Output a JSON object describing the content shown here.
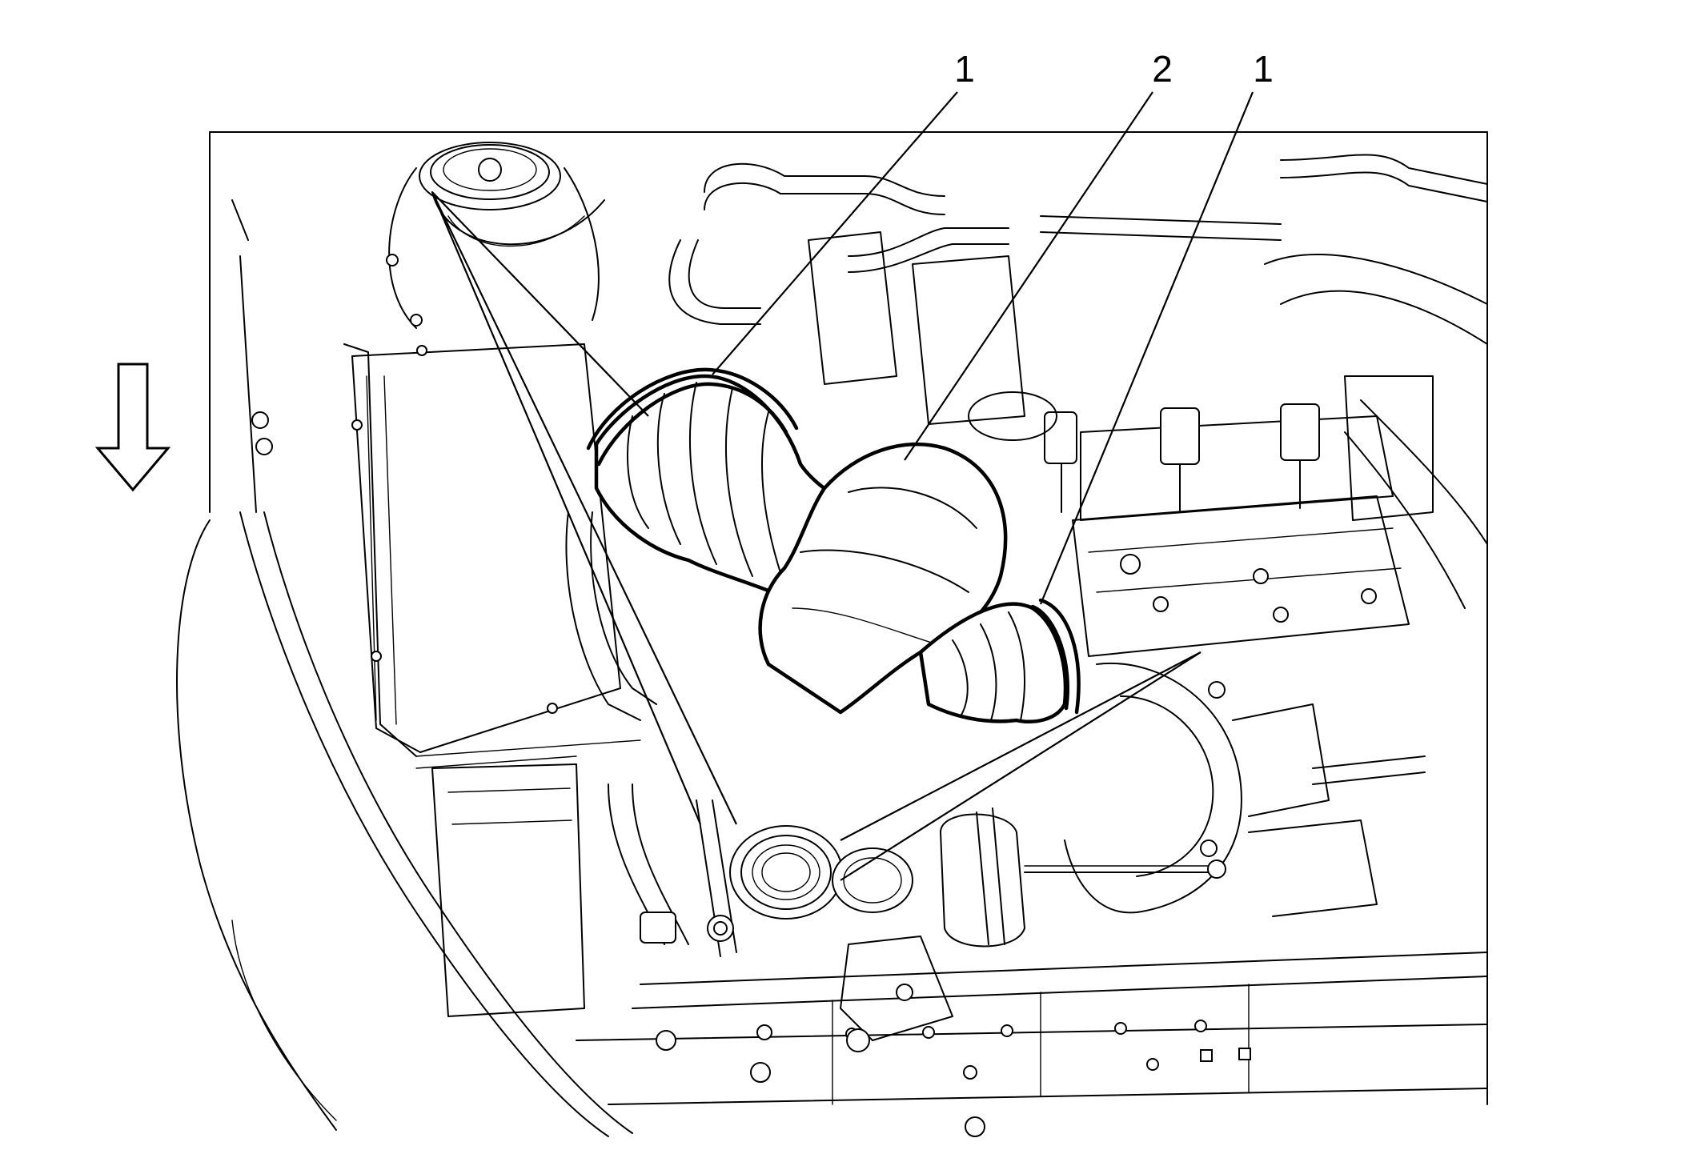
{
  "diagram": {
    "callouts": [
      {
        "id": "callout-1-left",
        "label": "1"
      },
      {
        "id": "callout-2",
        "label": "2"
      },
      {
        "id": "callout-1-right",
        "label": "1"
      }
    ],
    "direction_arrow": {
      "icon": "down-arrow-icon",
      "direction": "down"
    },
    "colors": {
      "ink": "#000000",
      "paper": "#ffffff"
    }
  }
}
